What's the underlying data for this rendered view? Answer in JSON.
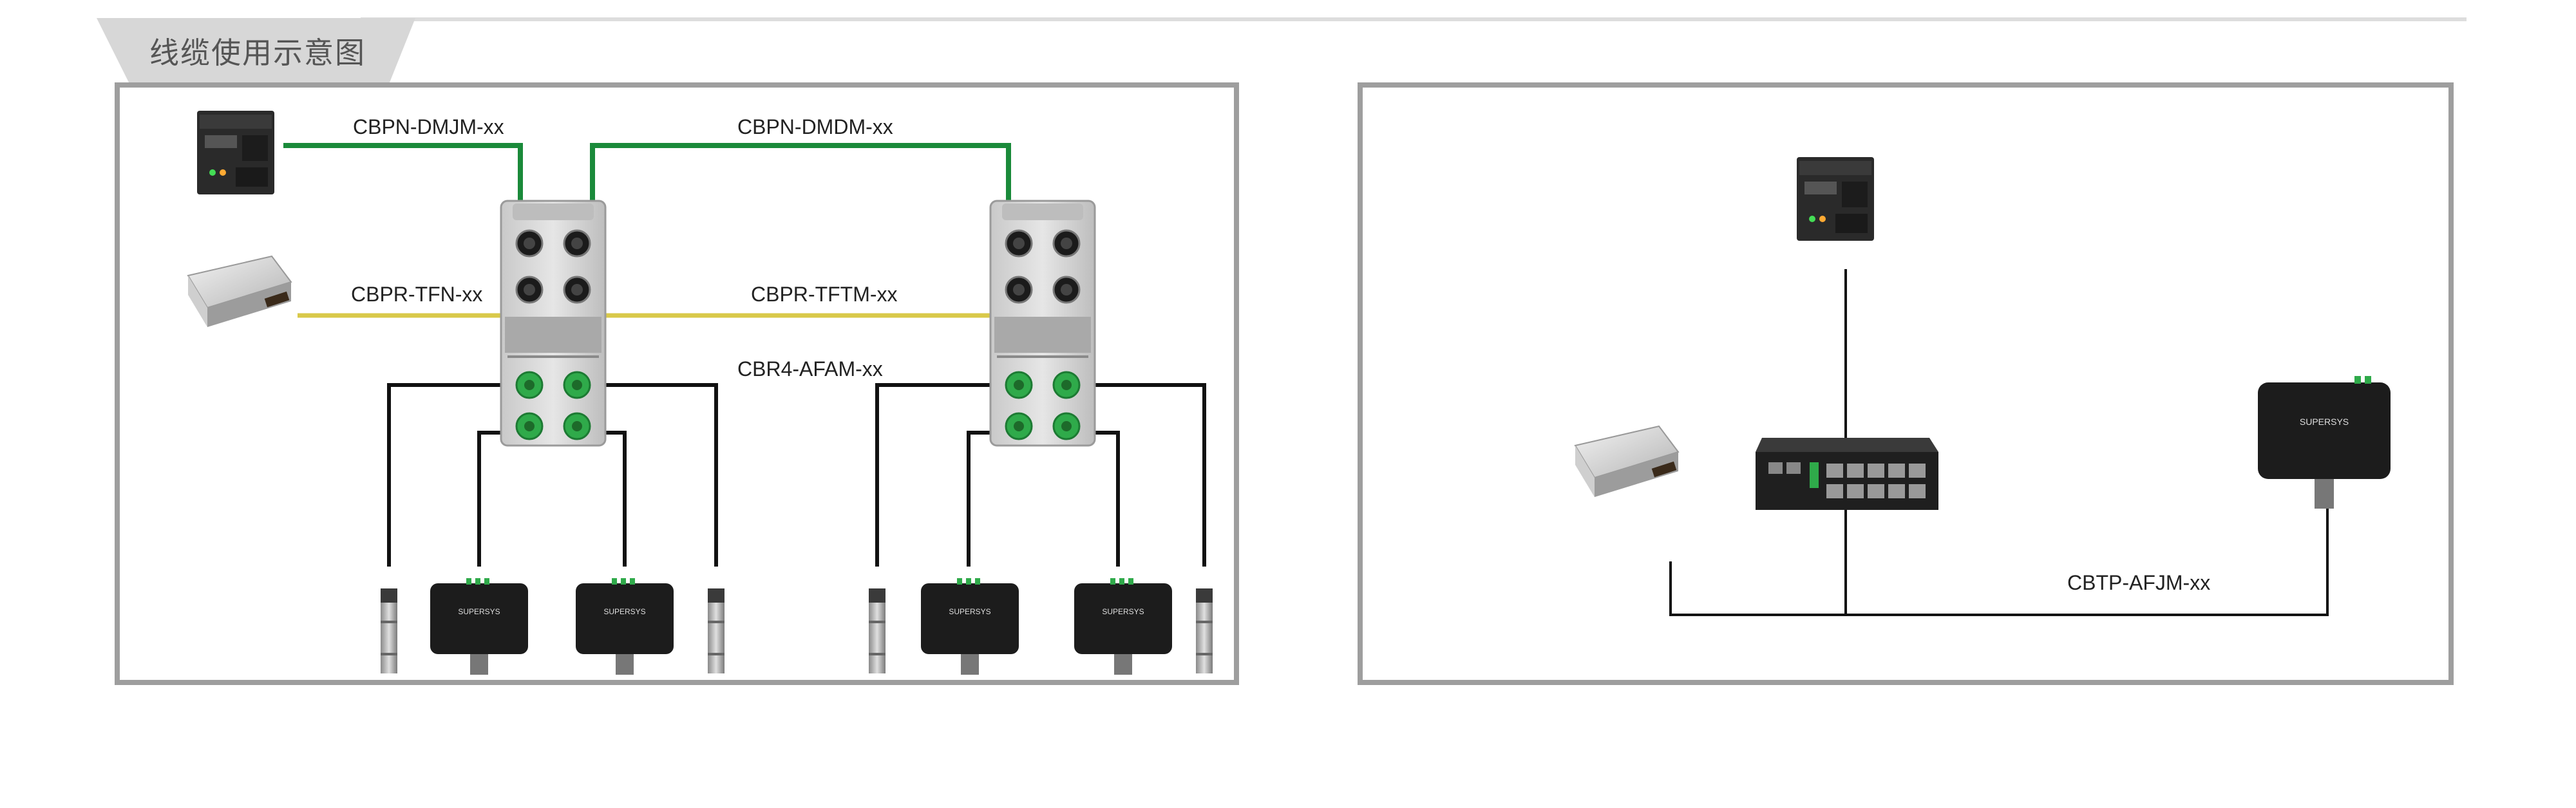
{
  "section_title": "线缆使用示意图",
  "cables": {
    "dmjm": "CBPN-DMJM-xx",
    "dmdm": "CBPN-DMDM-xx",
    "tfn": "CBPR-TFN-xx",
    "tftm": "CBPR-TFTM-xx",
    "afam": "CBR4-AFAM-xx",
    "afjm": "CBTP-AFJM-xx"
  },
  "brand_label": "SUPERSYS",
  "colors": {
    "network_cable": "#1a8a3a",
    "power_cable": "#d9c94a",
    "signal_cable": "#111111",
    "panel_border": "#9e9e9e",
    "connector_green": "#2faa4a"
  }
}
